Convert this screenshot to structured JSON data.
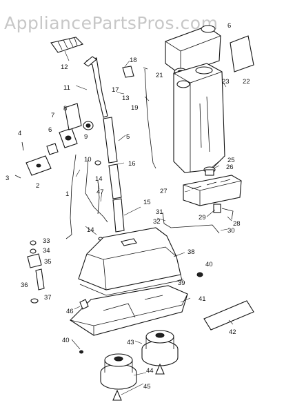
{
  "watermark": "AppliancePartsPros.com",
  "callouts": [
    "1",
    "2",
    "3",
    "4",
    "5",
    "6",
    "7",
    "8",
    "9",
    "10",
    "11",
    "12",
    "13",
    "14",
    "14",
    "15",
    "16",
    "17",
    "18",
    "19",
    "21",
    "22",
    "23",
    "25",
    "26",
    "27",
    "28",
    "29",
    "30",
    "31",
    "32",
    "33",
    "34",
    "35",
    "36",
    "37",
    "38",
    "39",
    "40",
    "40",
    "41",
    "42",
    "43",
    "44",
    "45",
    "46",
    "47",
    "6"
  ]
}
